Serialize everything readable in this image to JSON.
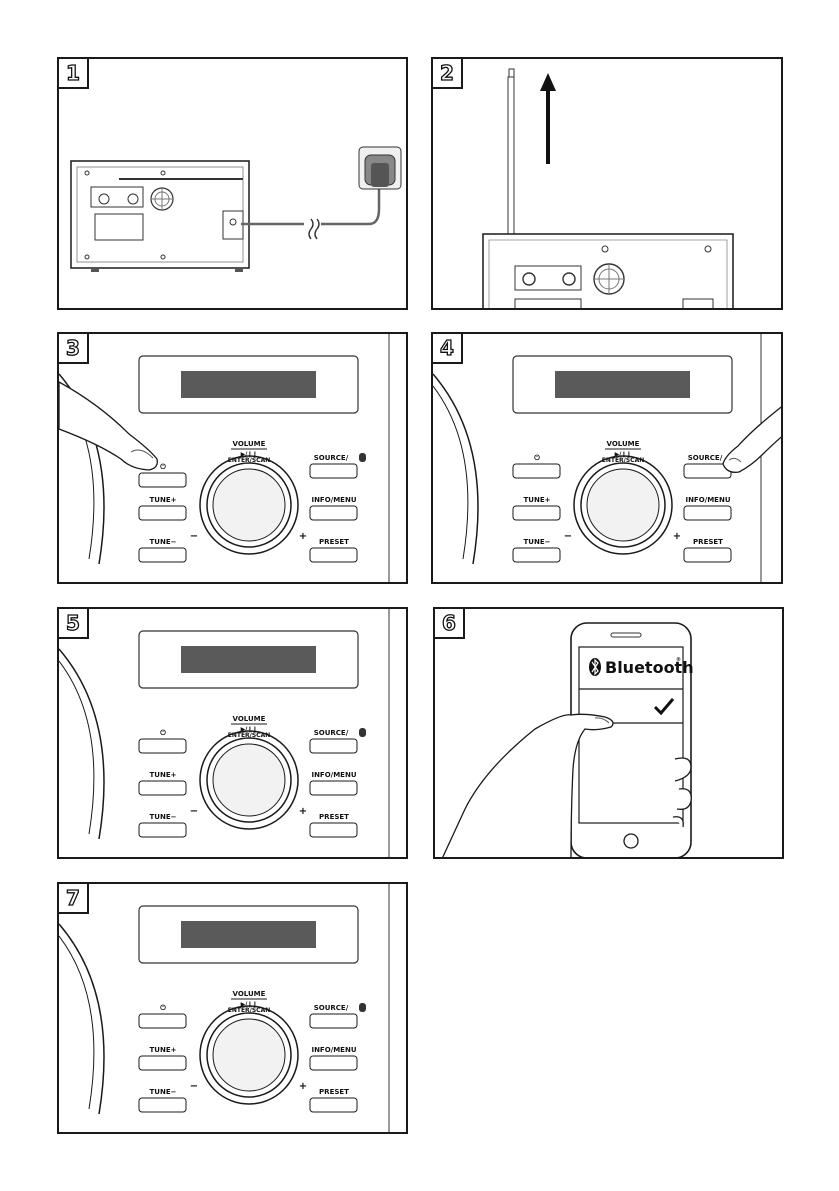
{
  "steps": [
    "1",
    "2",
    "3",
    "4",
    "5",
    "6",
    "7"
  ],
  "controls": {
    "volume_label": "VOLUME",
    "play_pause_label": "▶/❙❙",
    "enter_scan_label": "ENTER/SCAN",
    "power_icon": "⏻",
    "source_label": "SOURCE/",
    "tune_plus_label": "TUNE+",
    "tune_minus_label": "TUNE−",
    "info_menu_label": "INFO/MENU",
    "preset_label": "PRESET",
    "minus_sign": "−",
    "plus_sign": "+"
  },
  "phone": {
    "bluetooth_label": "Bluetooth",
    "registered_mark": "®",
    "check_icon": "checkmark-icon"
  },
  "icons": {
    "power": "power-icon",
    "bluetooth": "bluetooth-icon",
    "antenna": "antenna-icon",
    "arrow_up": "arrow-up-icon",
    "plug": "power-plug-icon",
    "finger": "finger-icon",
    "hand": "hand-icon"
  },
  "colors": {
    "display": "#5a5a5a",
    "knob_fill": "#f2f2f2",
    "line": "#1a1a1a",
    "panel_border": "#1a1a1a"
  }
}
